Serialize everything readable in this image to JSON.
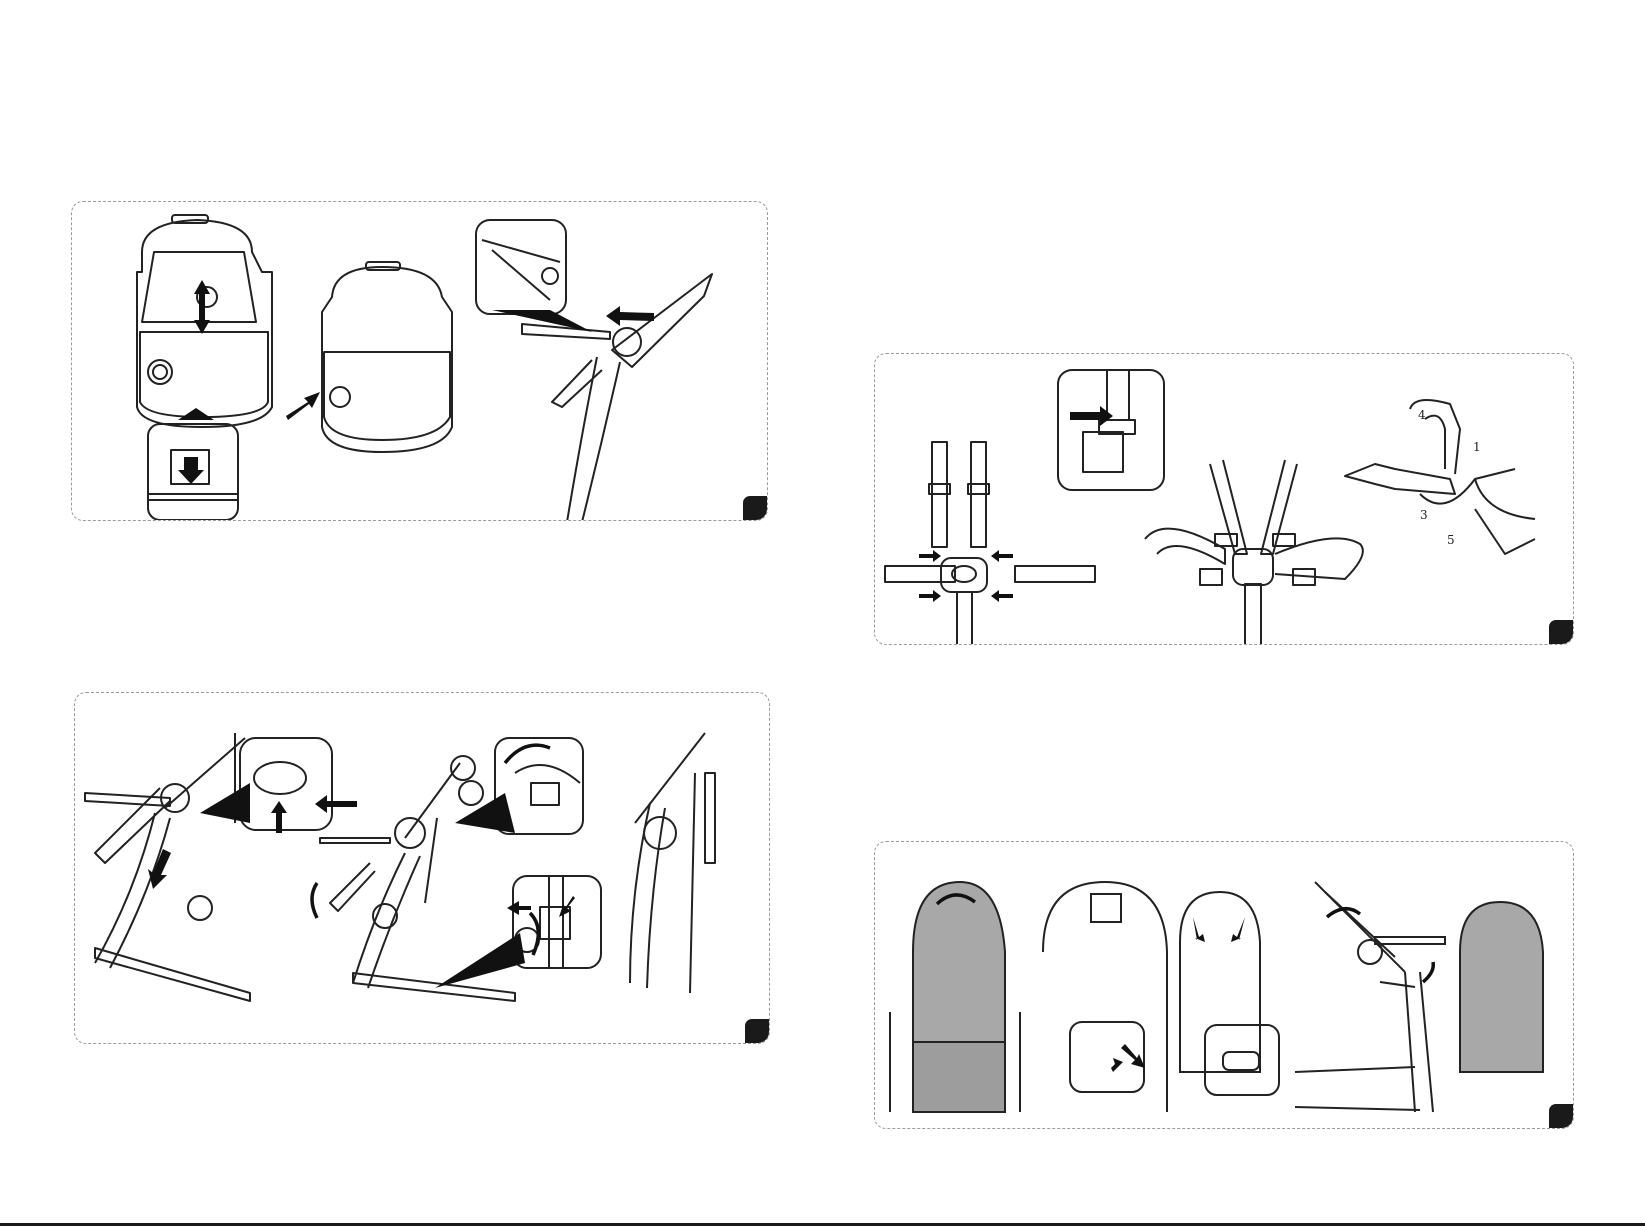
{
  "page": {
    "background": "#ffffff",
    "line_color": "#222222",
    "panel_border_color": "#9a9a9a",
    "shade_color": "#a8a8a8"
  },
  "panels": [
    {
      "id": "tray-panel",
      "illustration": "tray-adjust-and-remove",
      "labels": []
    },
    {
      "id": "fold-panel",
      "illustration": "chair-fold-steps",
      "labels": []
    },
    {
      "id": "harness-panel",
      "illustration": "five-point-harness-assembly",
      "labels": [
        "1",
        "3",
        "4",
        "5"
      ]
    },
    {
      "id": "cover-panel",
      "illustration": "seat-cover-removal",
      "labels": []
    }
  ]
}
